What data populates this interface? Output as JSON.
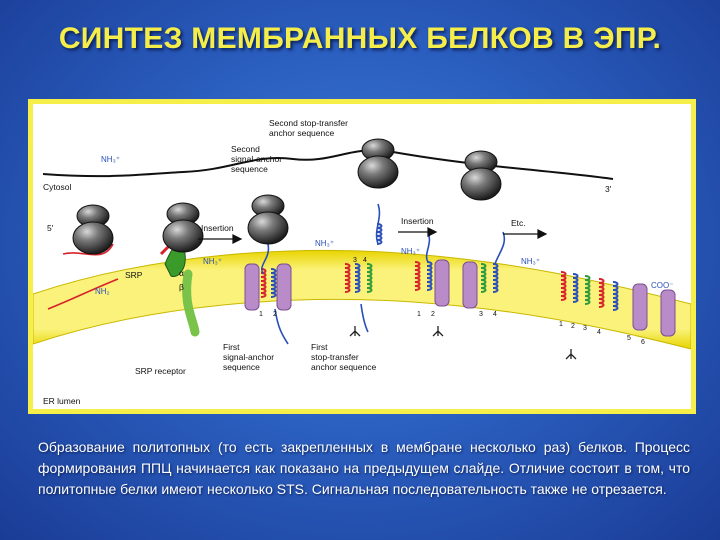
{
  "title": "СИНТЕЗ МЕМБРАННЫХ БЕЛКОВ В ЭПР.",
  "figure": {
    "cytosol": "Cytosol",
    "er_lumen": "ER lumen",
    "five_prime": "5'",
    "three_prime": "3'",
    "srp": "SRP",
    "alpha": "α",
    "beta": "β",
    "srp_receptor": "SRP receptor",
    "insertion_1": "Insertion",
    "insertion_2": "Insertion",
    "etc": "Etc.",
    "nh3_top": "NH₃⁺",
    "nh3_2": "NH₃⁺",
    "nh3_3": "NH₃⁺",
    "nh3_4": "NH₃⁺",
    "nh3_5": "NH₃⁺",
    "nh2_left": "NH₂",
    "coo": "COO⁻",
    "second_stop_transfer": [
      "Second stop-transfer",
      "anchor sequence"
    ],
    "second_signal_anchor": [
      "Second",
      "signal-anchor",
      "sequence"
    ],
    "first_signal_anchor": [
      "First",
      "signal-anchor",
      "sequence"
    ],
    "first_stop_transfer": [
      "First",
      "stop-transfer",
      "anchor sequence"
    ],
    "helix_numbers": [
      "1",
      "2",
      "3",
      "4",
      "1",
      "2",
      "3",
      "4",
      "1",
      "2",
      "3",
      "4",
      "5",
      "6"
    ]
  },
  "caption": "Образование политопных (то есть закрепленных в мембране несколько раз) белков. Процесс формирования ППЦ начинается как показано на предыдущем слайде. Отличие состоит в том, что политопные белки имеют несколько STS. Сигнальная последовательность также не отрезается.",
  "colors": {
    "title": "#f5ee4a",
    "membrane": "#f7ee3a",
    "membrane_edge": "#c9b800",
    "translocon": "#b98bc9",
    "helix_red": "#d8222a",
    "helix_blue": "#2b4fb8",
    "helix_green": "#2e9a3a",
    "ribosome": "#5a5a5a",
    "srp_green": "#3a9a2a"
  }
}
